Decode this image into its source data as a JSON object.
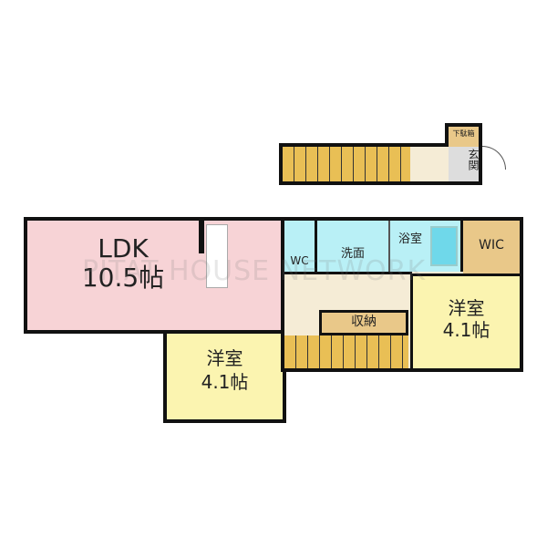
{
  "rooms": {
    "ldk": {
      "name": "LDK",
      "size": "10.5帖"
    },
    "western1": {
      "name": "洋室",
      "size": "4.1帖"
    },
    "western2": {
      "name": "洋室",
      "size": "4.1帖"
    },
    "wc": "WC",
    "washroom": "洗面",
    "bath": "浴室",
    "wic": "WIC",
    "storage": "収納",
    "entrance": "玄関",
    "shoebox": "下駄箱"
  },
  "watermark": "PITAT HOUSE NETWORK",
  "colors": {
    "ldk": "#f7d3d6",
    "western": "#fbf4b0",
    "wet": "#b9f0f6",
    "wood": "#e9c889",
    "floor": "#f5ecd6"
  }
}
